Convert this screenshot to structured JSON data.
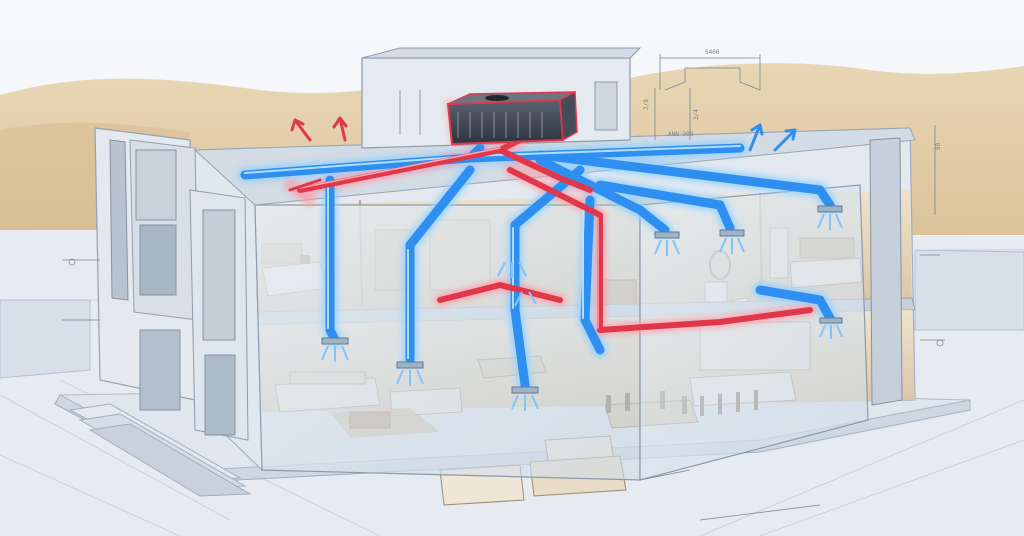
{
  "scene": {
    "subject": "",
    "annotations": {
      "top_dimension": "5400",
      "vertical_dimension_a": "3/8",
      "vertical_dimension_b": "ANN 300",
      "vertical_dimension_c": "3/4",
      "right_dimension": "80"
    },
    "colors": {
      "sky": "#f3f5f8",
      "dunes": "#e3cfa8",
      "ground_plane": "#e6ebf1",
      "glass_wall": "#d9e4ee",
      "structure": "#dde3ea",
      "supply_duct": "#2f8ff0",
      "supply_glow": "#8fd0ff",
      "return_duct": "#e0384a",
      "return_glow": "#ff9aa6",
      "interior_warm": "#e9d6b8",
      "hvac_unit": "#3c4250"
    }
  }
}
